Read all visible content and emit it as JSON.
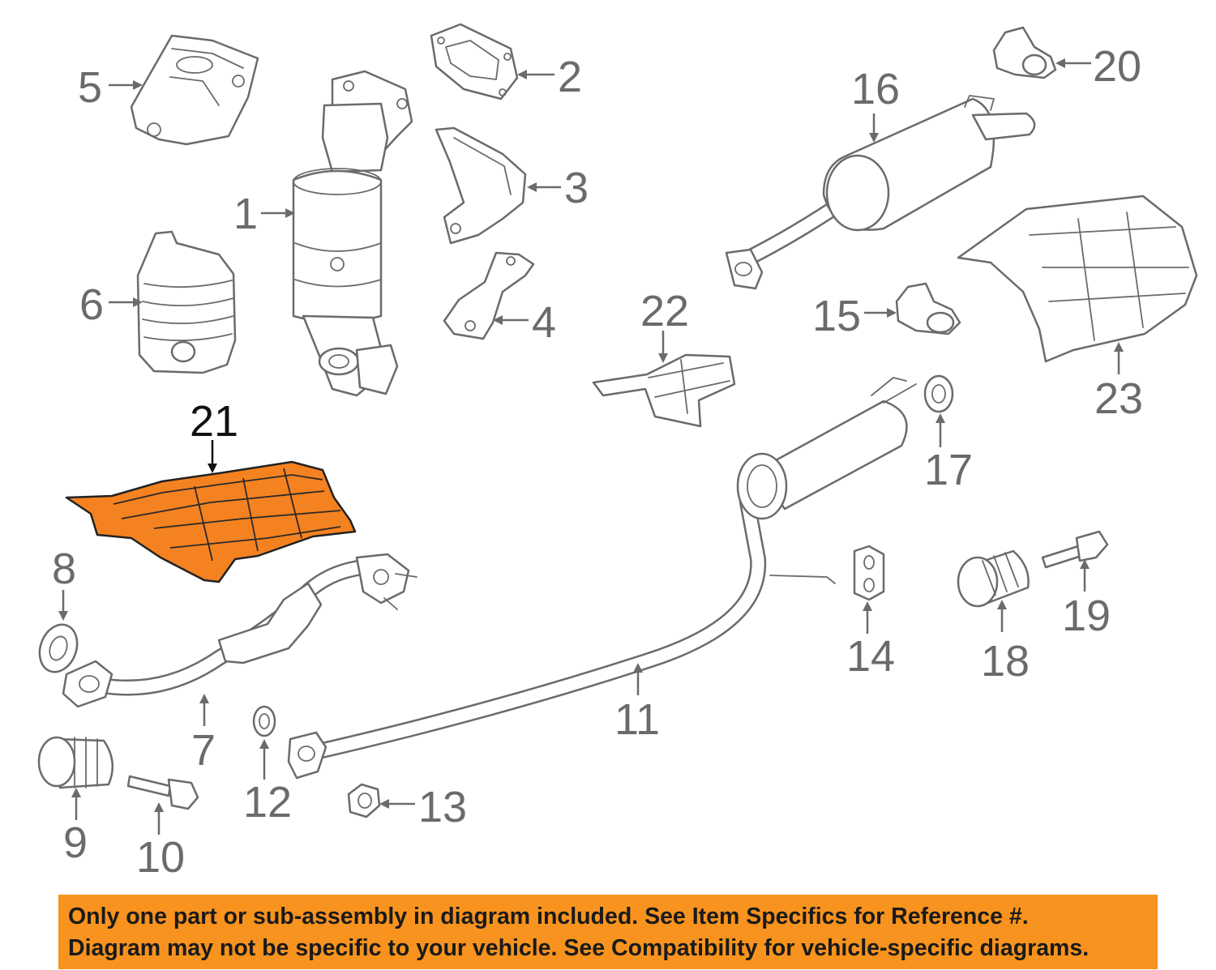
{
  "diagram": {
    "callouts": [
      {
        "id": "1",
        "label": "1"
      },
      {
        "id": "2",
        "label": "2"
      },
      {
        "id": "3",
        "label": "3"
      },
      {
        "id": "4",
        "label": "4"
      },
      {
        "id": "5",
        "label": "5"
      },
      {
        "id": "6",
        "label": "6"
      },
      {
        "id": "7",
        "label": "7"
      },
      {
        "id": "8",
        "label": "8"
      },
      {
        "id": "9",
        "label": "9"
      },
      {
        "id": "10",
        "label": "10"
      },
      {
        "id": "11",
        "label": "11"
      },
      {
        "id": "12",
        "label": "12"
      },
      {
        "id": "13",
        "label": "13"
      },
      {
        "id": "14",
        "label": "14"
      },
      {
        "id": "15",
        "label": "15"
      },
      {
        "id": "16",
        "label": "16"
      },
      {
        "id": "17",
        "label": "17"
      },
      {
        "id": "18",
        "label": "18"
      },
      {
        "id": "19",
        "label": "19"
      },
      {
        "id": "20",
        "label": "20"
      },
      {
        "id": "21",
        "label": "21",
        "highlighted": true
      },
      {
        "id": "22",
        "label": "22"
      },
      {
        "id": "23",
        "label": "23"
      }
    ],
    "colors": {
      "line_art": "#6b6b6b",
      "highlighted_part": "#f58220",
      "notice_background": "#f7931e"
    }
  },
  "notice": {
    "line1": "Only one part or sub-assembly in diagram included. See Item Specifics for Reference #.",
    "line2": "Diagram may not be specific to your vehicle. See Compatibility for vehicle-specific diagrams."
  }
}
